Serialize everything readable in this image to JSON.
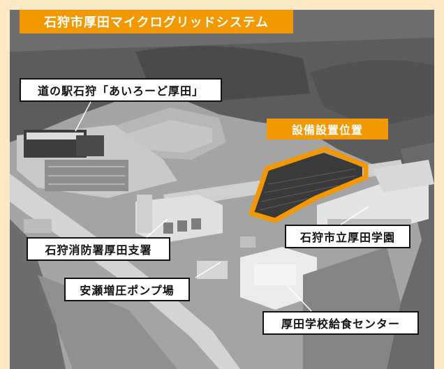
{
  "title": "石狩市厚田マイクログリッドシステム",
  "labels": {
    "roadside_station": "道の駅石狩「あいろーど厚田」",
    "equipment_location": "設備設置位置",
    "school": "石狩市立厚田学園",
    "fire_station": "石狩消防署厚田支署",
    "pump_station": "安瀬増圧ポンプ場",
    "lunch_center": "厚田学校給食センター"
  },
  "colors": {
    "accent": "#f39800",
    "label_border": "#111111",
    "page_background": "#fbe9c6"
  }
}
